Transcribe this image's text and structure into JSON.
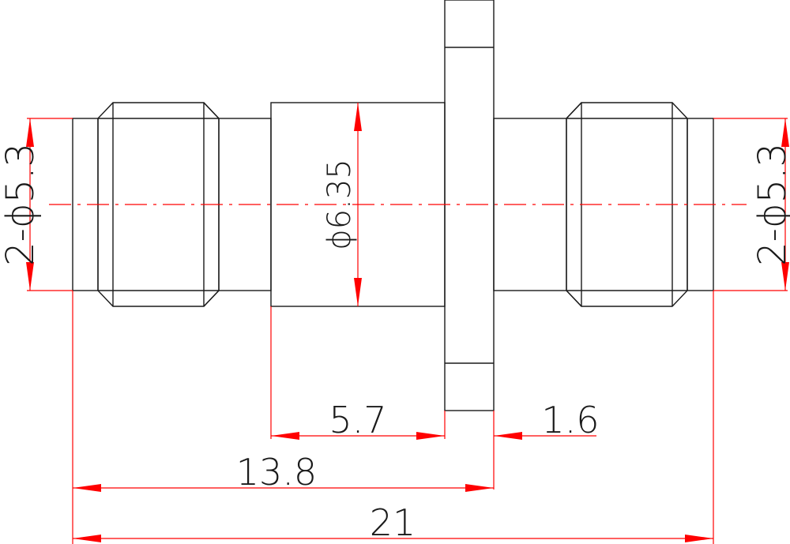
{
  "dimensions": {
    "left_diameter": "2-ϕ5.3",
    "right_diameter": "2-ϕ5.3",
    "body_diameter": "ϕ6.35",
    "body_length": "5.7",
    "flange_thickness": "1.6",
    "partial_length": "13.8",
    "overall_length": "21"
  },
  "colors": {
    "outline": "#1a1a1a",
    "dimension": "#ff0000"
  }
}
